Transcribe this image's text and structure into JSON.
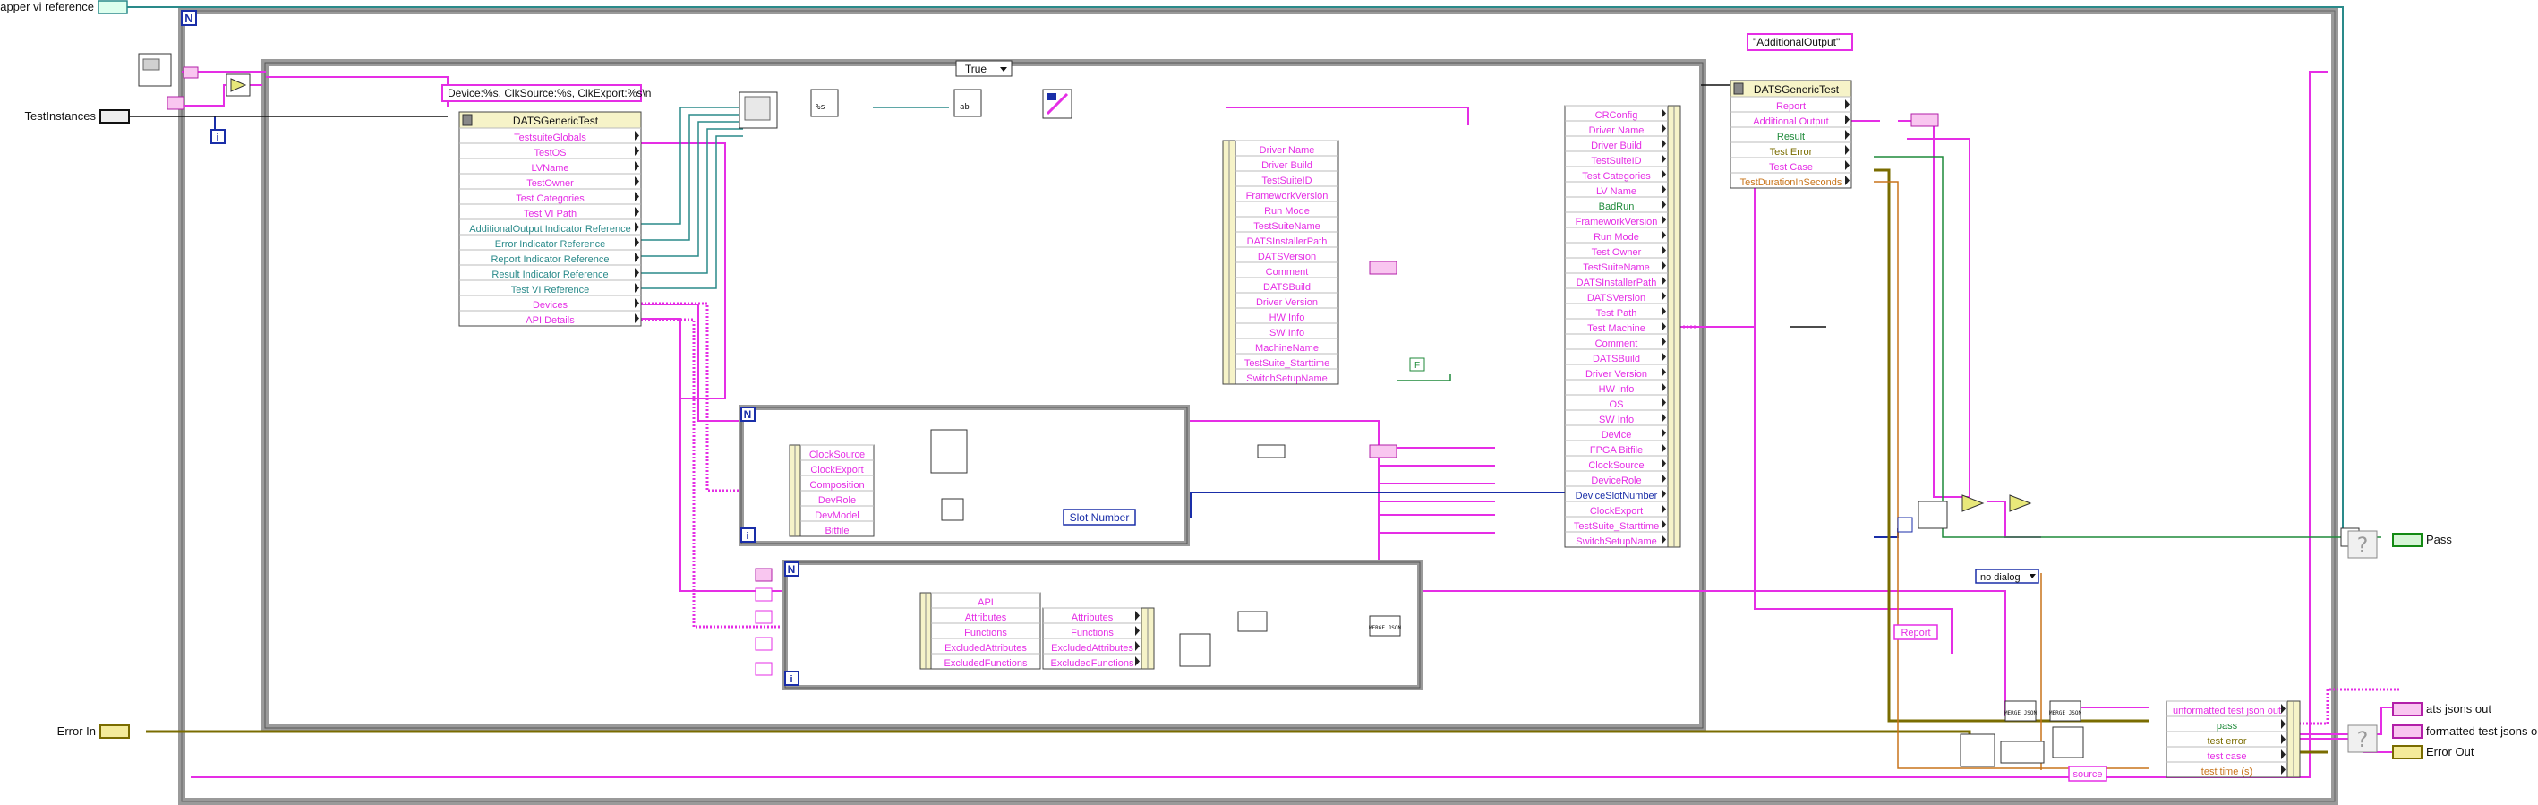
{
  "front_labels": {
    "wrapper_ref": "Wrapper vi reference",
    "test_instances": "TestInstances",
    "error_in": "Error In",
    "pass": "Pass",
    "ats_jsons_out": "ats jsons out",
    "formatted_test_jsons_out": "formatted test jsons out",
    "error_out": "Error Out"
  },
  "case_selector": "True",
  "format_string": "Device:%s, ClkSource:%s, ClkExport:%s\\n",
  "additional_output_const": "\"AdditionalOutput\"",
  "no_dialog": "no dialog",
  "report_label": "Report",
  "source_label": "source",
  "slot_number": "Slot Number",
  "N": "N",
  "i": "i",
  "unbundle_main": {
    "title": "DATSGenericTest",
    "rows": [
      "TestsuiteGlobals",
      "TestOS",
      "LVName",
      "TestOwner",
      "Test Categories",
      "Test VI Path",
      "AdditionalOutput Indicator Reference",
      "Error Indicator Reference",
      "Report Indicator Reference",
      "Result Indicator Reference",
      "Test VI Reference",
      "Devices",
      "API Details"
    ]
  },
  "bundle_mid": {
    "rows": [
      "Driver Name",
      "Driver Build",
      "TestSuiteID",
      "FrameworkVersion",
      "Run Mode",
      "TestSuiteName",
      "DATSInstallerPath",
      "DATSVersion",
      "Comment",
      "DATSBuild",
      "Driver Version",
      "HW Info",
      "SW Info",
      "MachineName",
      "TestSuite_Starttime",
      "SwitchSetupName"
    ]
  },
  "bundle_right": {
    "rows": [
      "CRConfig",
      "Driver Name",
      "Driver Build",
      "TestSuiteID",
      "Test Categories",
      "LV Name",
      "BadRun",
      "FrameworkVersion",
      "Run Mode",
      "Test Owner",
      "TestSuiteName",
      "DATSInstallerPath",
      "DATSVersion",
      "Test Path",
      "Test Machine",
      "Comment",
      "DATSBuild",
      "Driver Version",
      "HW Info",
      "OS",
      "SW Info",
      "Device",
      "FPGA Bitfile",
      "ClockSource",
      "DeviceRole",
      "DeviceSlotNumber",
      "ClockExport",
      "TestSuite_Starttime",
      "SwitchSetupName"
    ]
  },
  "device_unbundle": {
    "rows": [
      "ClockSource",
      "ClockExport",
      "Composition",
      "DevRole",
      "DevModel",
      "Bitfile"
    ]
  },
  "api_unbundle": {
    "rows": [
      "API",
      "Attributes",
      "Functions",
      "ExcludedAttributes",
      "ExcludedFunctions"
    ]
  },
  "api_bundle": {
    "rows": [
      "Attributes",
      "Functions",
      "ExcludedAttributes",
      "ExcludedFunctions"
    ]
  },
  "datsgt_right": {
    "title": "DATSGenericTest",
    "rows": [
      "Report",
      "Additional Output",
      "Result",
      "Test Error",
      "Test Case",
      "TestDurationInSeconds"
    ]
  },
  "output_bundle": {
    "rows": [
      "unformatted test json out",
      "pass",
      "test error",
      "test case",
      "test time (s)"
    ]
  },
  "icons": [
    "labview-wire-icon",
    "build-array-icon",
    "json-icon",
    "format-icon",
    "close-reference-icon"
  ],
  "colors": {
    "pink_wire": "#e52ee5",
    "blue_wire": "#1a2ea8",
    "green_wire": "#1f8a3a",
    "orange_wire": "#c8741a",
    "error_wire": "#7a6c00",
    "teal_wire": "#2a8a8a"
  }
}
